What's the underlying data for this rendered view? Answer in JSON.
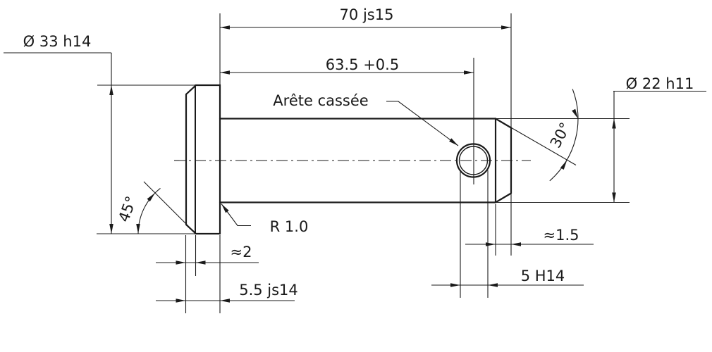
{
  "drawing": {
    "type": "technical-drawing",
    "part": "clevis-pin side view",
    "background_color": "#ffffff",
    "line_color": "#1a1a1a",
    "labels": {
      "head_diameter": "Ø 33 h14",
      "total_length": "70 js15",
      "hole_position": "63.5 +0.5",
      "broken_edge_note": "Arête cassée",
      "shank_diameter": "Ø 22 h11",
      "end_chamfer_angle": "30°",
      "head_chamfer_angle": "45°",
      "fillet_radius": "R 1.0",
      "head_chamfer_width": "≈2",
      "head_thickness": "5.5 js14",
      "end_chamfer_length": "≈1.5",
      "hole_diameter": "5 H14"
    }
  }
}
